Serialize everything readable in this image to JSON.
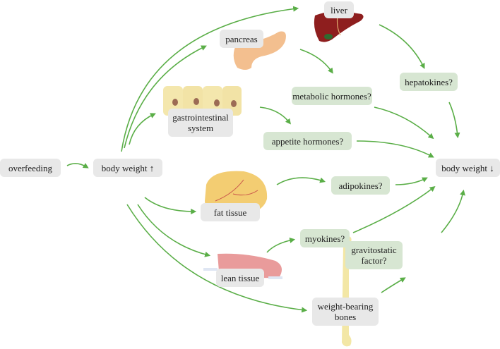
{
  "nodes": {
    "overfeeding": "overfeeding",
    "body_weight_up": "body weight",
    "body_weight_down": "body weight",
    "up_arrow": "↑",
    "down_arrow": "↓",
    "liver": "liver",
    "pancreas": "pancreas",
    "gi": "gastrointestinal system",
    "fat": "fat tissue",
    "lean": "lean tissue",
    "bones": "weight-bearing bones"
  },
  "signals": {
    "hepatokines": "hepatokines?",
    "metabolic": "metabolic hormones?",
    "appetite": "appetite hormones?",
    "adipokines": "adipokines?",
    "myokines": "myokines?",
    "gravitostatic": "gravitostatic factor?"
  },
  "colors": {
    "arrow": "#5aae47",
    "grey_box": "#e8e8e8",
    "green_box": "#d7e6d2"
  }
}
